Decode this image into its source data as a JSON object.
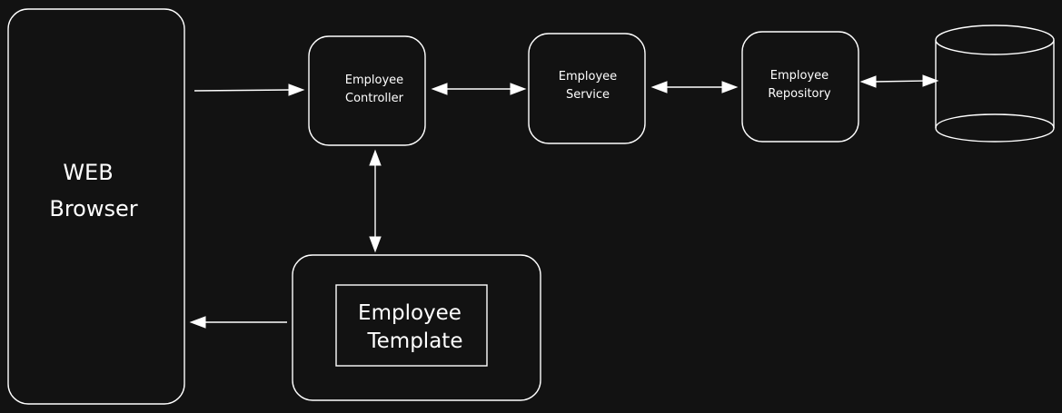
{
  "diagram": {
    "web_browser": {
      "line1": "WEB",
      "line2": "Browser"
    },
    "employee_controller": {
      "line1": "Employee",
      "line2": "Controller"
    },
    "employee_service": {
      "line1": "Employee",
      "line2": "Service"
    },
    "employee_repository": {
      "line1": "Employee",
      "line2": "Repository"
    },
    "employee_template": {
      "line1": "Employee",
      "line2": "Template"
    },
    "database": {
      "label": ""
    },
    "colors": {
      "background": "#121212",
      "stroke": "#ffffff",
      "text": "#ffffff"
    }
  }
}
